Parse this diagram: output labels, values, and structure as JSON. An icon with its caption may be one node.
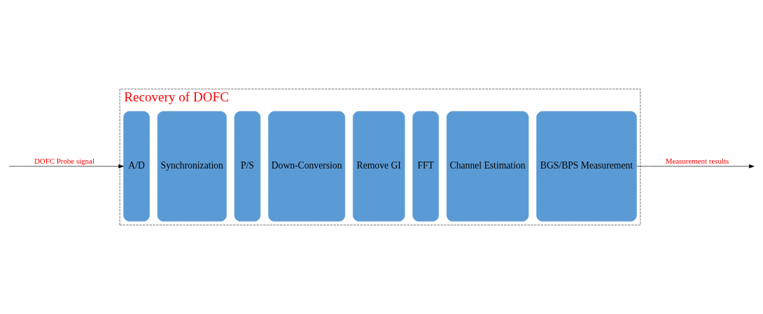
{
  "diagram": {
    "nodes": [
      {
        "text": [
          "Recovery of DOFC"
        ]
      },
      {
        "text": [
          "A/D"
        ],
        "in": 0
      },
      {
        "text": [
          "Synchronization"
        ],
        "in": 0
      },
      {
        "text": [
          "P/S"
        ],
        "in": 0
      },
      {
        "text": [
          "Down-Conversion"
        ],
        "in": 0
      },
      {
        "text": [
          "Remove GI"
        ],
        "in": 0
      },
      {
        "text": [
          "FFT"
        ],
        "in": 0
      },
      {
        "text": [
          "Channel Estimation"
        ],
        "in": 0
      },
      {
        "text": [
          "BGS/BPS Measurement"
        ],
        "in": 0
      }
    ],
    "edges": [
      {
        "from": null,
        "to": 1,
        "arrow": "to",
        "label": "DOFC Probe signal"
      },
      {
        "from": 8,
        "to": null,
        "arrow": "to",
        "label": "Measurement results"
      }
    ]
  }
}
